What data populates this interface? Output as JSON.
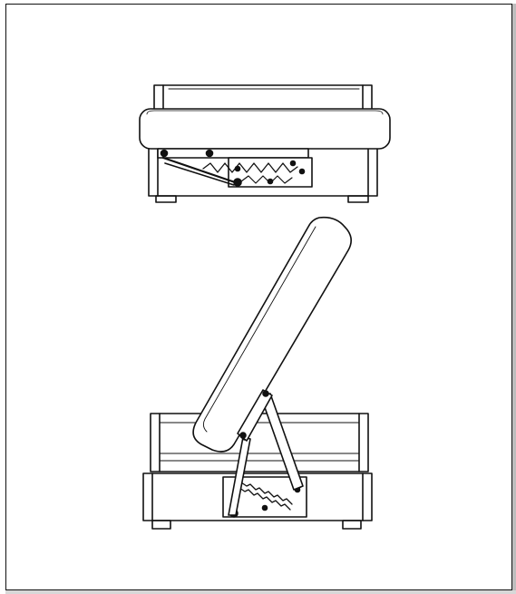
{
  "figure": {
    "panels": [
      {
        "id": "closed",
        "state": "lid-closed"
      },
      {
        "id": "open",
        "state": "lid-open"
      }
    ],
    "colors": {
      "line": "#111111",
      "paper": "#ffffff",
      "shade": "#e6e6e6"
    }
  }
}
